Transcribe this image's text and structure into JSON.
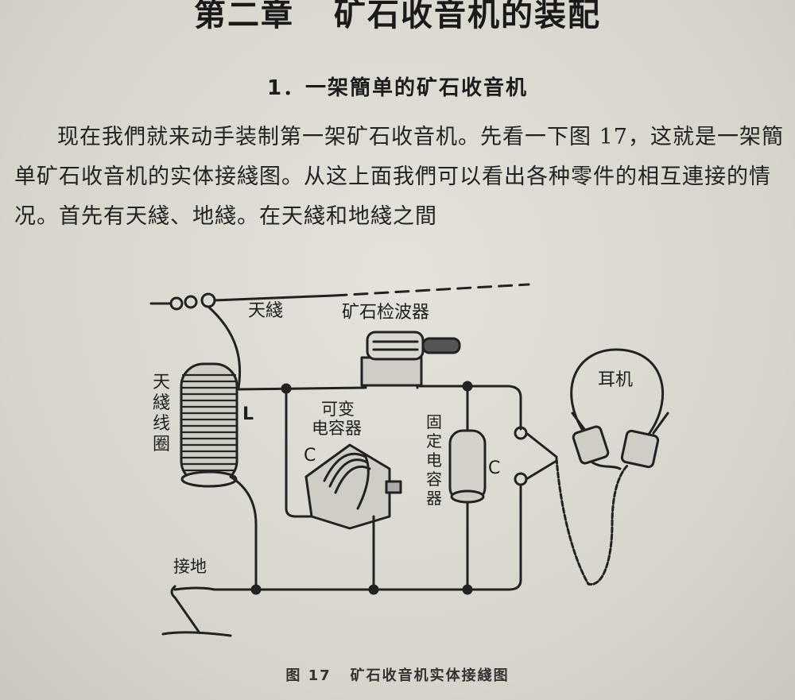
{
  "page": {
    "chapter": {
      "number": "第二章",
      "title": "矿石收音机的装配"
    },
    "section_title": "1．一架簡单的矿石收音机",
    "paragraph": "现在我們就来动手装制第一架矿石收音机。先看一下图 17，这就是一架簡单矿石收音机的实体接綫图。从这上面我們可以看出各种零件的相互連接的情况。首先有天綫、地綫。在天綫和地綫之間"
  },
  "diagram": {
    "labels": {
      "antenna": "天綫",
      "detector": "矿石检波器",
      "coil_line1": "天",
      "coil_line2": "綫",
      "coil_line3": "线",
      "coil_line4": "圈",
      "coil_symbol": "L",
      "var_cap_line1": "可变",
      "var_cap_line2": "电容器",
      "var_cap_symbol": "C",
      "fixed_cap_line1": "固",
      "fixed_cap_line2": "定",
      "fixed_cap_line3": "电",
      "fixed_cap_line4": "容",
      "fixed_cap_line5": "器",
      "fixed_cap_symbol": "C",
      "earphone": "耳机",
      "ground": "接地"
    }
  },
  "caption": {
    "figure": "图 17",
    "text": "矿石收音机实体接綫图"
  }
}
